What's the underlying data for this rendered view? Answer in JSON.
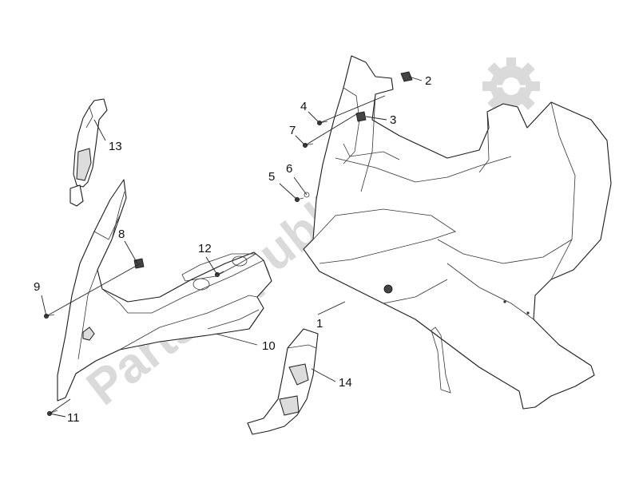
{
  "watermark": {
    "text": "PartsRepublik",
    "icon": "gear-icon"
  },
  "callouts": [
    {
      "id": "c1",
      "label": "1"
    },
    {
      "id": "c2",
      "label": "2"
    },
    {
      "id": "c3",
      "label": "3"
    },
    {
      "id": "c4",
      "label": "4"
    },
    {
      "id": "c5",
      "label": "5"
    },
    {
      "id": "c6",
      "label": "6"
    },
    {
      "id": "c7",
      "label": "7"
    },
    {
      "id": "c8",
      "label": "8"
    },
    {
      "id": "c9",
      "label": "9"
    },
    {
      "id": "c10",
      "label": "10"
    },
    {
      "id": "c11",
      "label": "11"
    },
    {
      "id": "c12",
      "label": "12"
    },
    {
      "id": "c13",
      "label": "13"
    },
    {
      "id": "c14",
      "label": "14"
    }
  ],
  "colors": {
    "line": "#1b1b1b",
    "watermark": "#bdbdbd",
    "shade": "#dcdcdc"
  }
}
